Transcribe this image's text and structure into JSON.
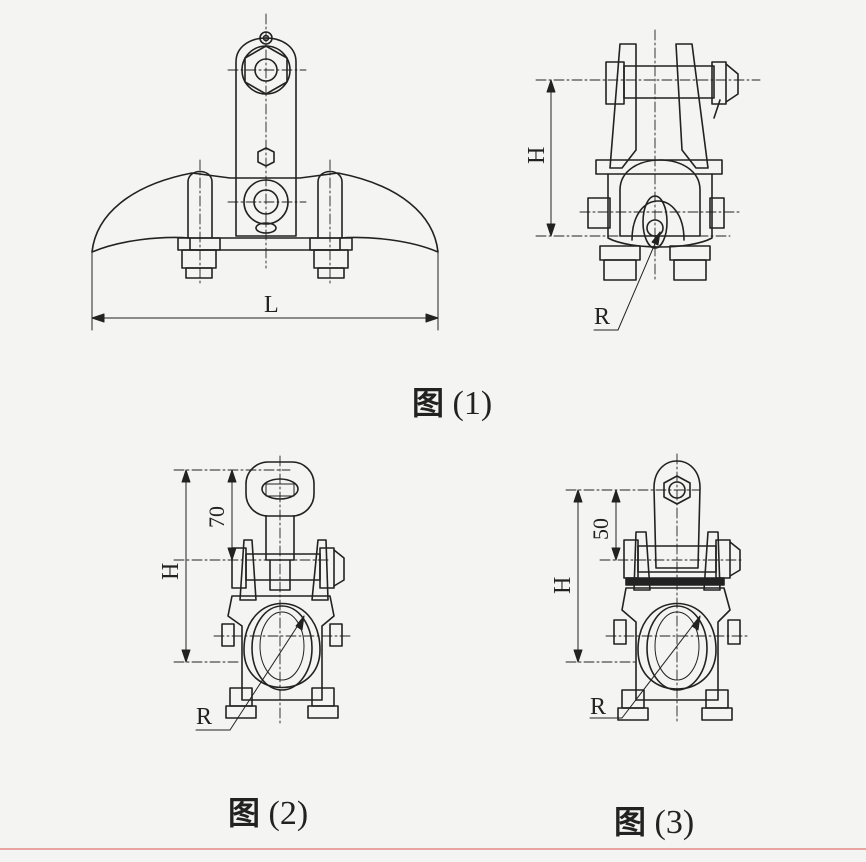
{
  "figures": [
    {
      "id": "fig1",
      "caption_prefix": "图",
      "caption_number": "(1)",
      "dimension_labels": {
        "length": "L",
        "height": "H",
        "radius": "R"
      }
    },
    {
      "id": "fig2",
      "caption_prefix": "图",
      "caption_number": "(2)",
      "dimension_labels": {
        "height": "H",
        "upper": "70",
        "radius": "R"
      }
    },
    {
      "id": "fig3",
      "caption_prefix": "图",
      "caption_number": "(3)",
      "dimension_labels": {
        "height": "H",
        "upper": "50",
        "radius": "R"
      }
    }
  ]
}
